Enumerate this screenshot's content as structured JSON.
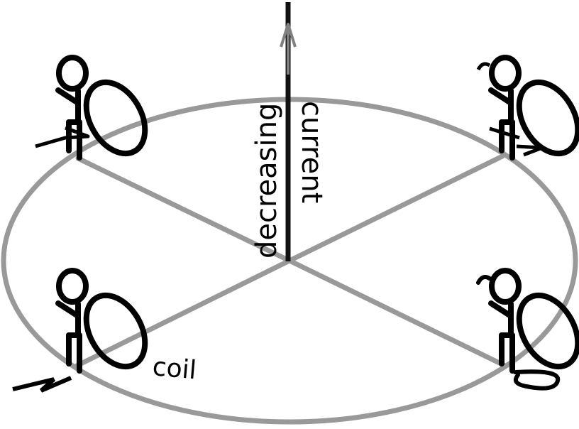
{
  "labels": {
    "wire_line1": "decreasing",
    "wire_line2": "current",
    "coil": "coil"
  },
  "colors": {
    "ring": "#999999",
    "spokes": "#999999",
    "wire": "#111111",
    "arrow": "#808080",
    "figures": "#000000"
  },
  "icons": {
    "current_direction": "up-arrow-icon",
    "observer": "person-with-coil-icon"
  }
}
